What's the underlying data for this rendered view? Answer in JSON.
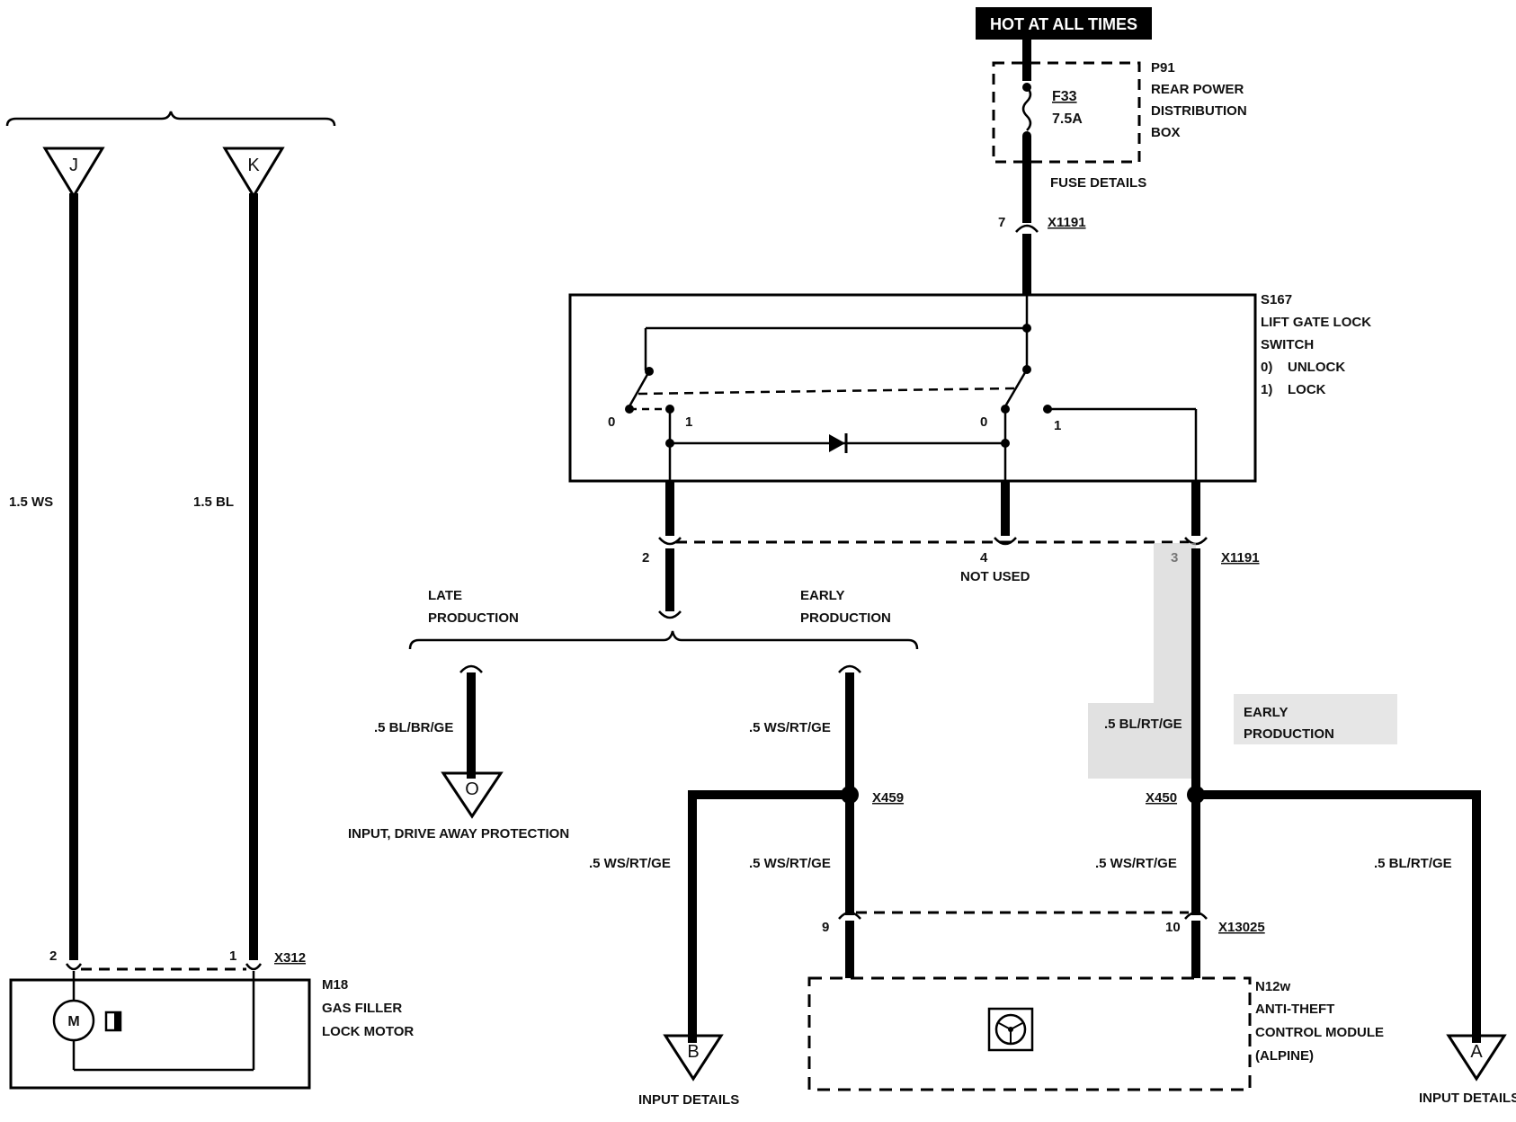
{
  "power": {
    "hot_label": "HOT AT ALL TIMES",
    "fuse_name": "F33",
    "fuse_rating": "7.5A",
    "box_id": "P91",
    "box_line1": "REAR POWER",
    "box_line2": "DISTRIBUTION",
    "box_line3": "BOX",
    "fuse_details": "FUSE DETAILS",
    "pin_top": "7",
    "connector_top": "X1191"
  },
  "switch": {
    "id": "S167",
    "line1": "LIFT GATE LOCK",
    "line2": "SWITCH",
    "state0_num": "0)",
    "state0_text": "UNLOCK",
    "state1_num": "1)",
    "state1_text": "LOCK",
    "contact_left_0": "0",
    "contact_left_1": "1",
    "contact_right_0": "0",
    "contact_right_1": "1"
  },
  "x1191_bottom": {
    "pin2": "2",
    "pin4": "4",
    "pin4_note": "NOT USED",
    "pin3": "3",
    "connector": "X1191"
  },
  "production": {
    "late_1": "LATE",
    "late_2": "PRODUCTION",
    "early_1": "EARLY",
    "early_2": "PRODUCTION",
    "early_shaded_1": "EARLY",
    "early_shaded_2": "PRODUCTION"
  },
  "wires": {
    "ws_15": "1.5 WS",
    "bl_15": "1.5 BL",
    "bl_br_ge": ".5 BL/BR/GE",
    "ws_rt_ge_top": ".5 WS/RT/GE",
    "bl_rt_ge_shaded": ".5 BL/RT/GE",
    "ws_rt_ge_left": ".5 WS/RT/GE",
    "ws_rt_ge_mid": ".5 WS/RT/GE",
    "ws_rt_ge_right": ".5 WS/RT/GE",
    "bl_rt_ge_right": ".5 BL/RT/GE"
  },
  "splices": {
    "x459": "X459",
    "x450": "X450"
  },
  "offpage": {
    "j": "J",
    "k": "K",
    "o": "O",
    "o_caption": "INPUT, DRIVE AWAY PROTECTION",
    "b": "B",
    "b_caption": "INPUT DETAILS",
    "a": "A",
    "a_caption": "INPUT DETAILS"
  },
  "motor": {
    "pin2": "2",
    "pin1": "1",
    "connector": "X312",
    "id": "M18",
    "line1": "GAS FILLER",
    "line2": "LOCK MOTOR",
    "symbol": "M"
  },
  "module": {
    "pin9": "9",
    "pin10": "10",
    "connector": "X13025",
    "id": "N12w",
    "line1": "ANTI-THEFT",
    "line2": "CONTROL MODULE",
    "line3": "(ALPINE)",
    "icon": "steering-wheel-icon"
  }
}
